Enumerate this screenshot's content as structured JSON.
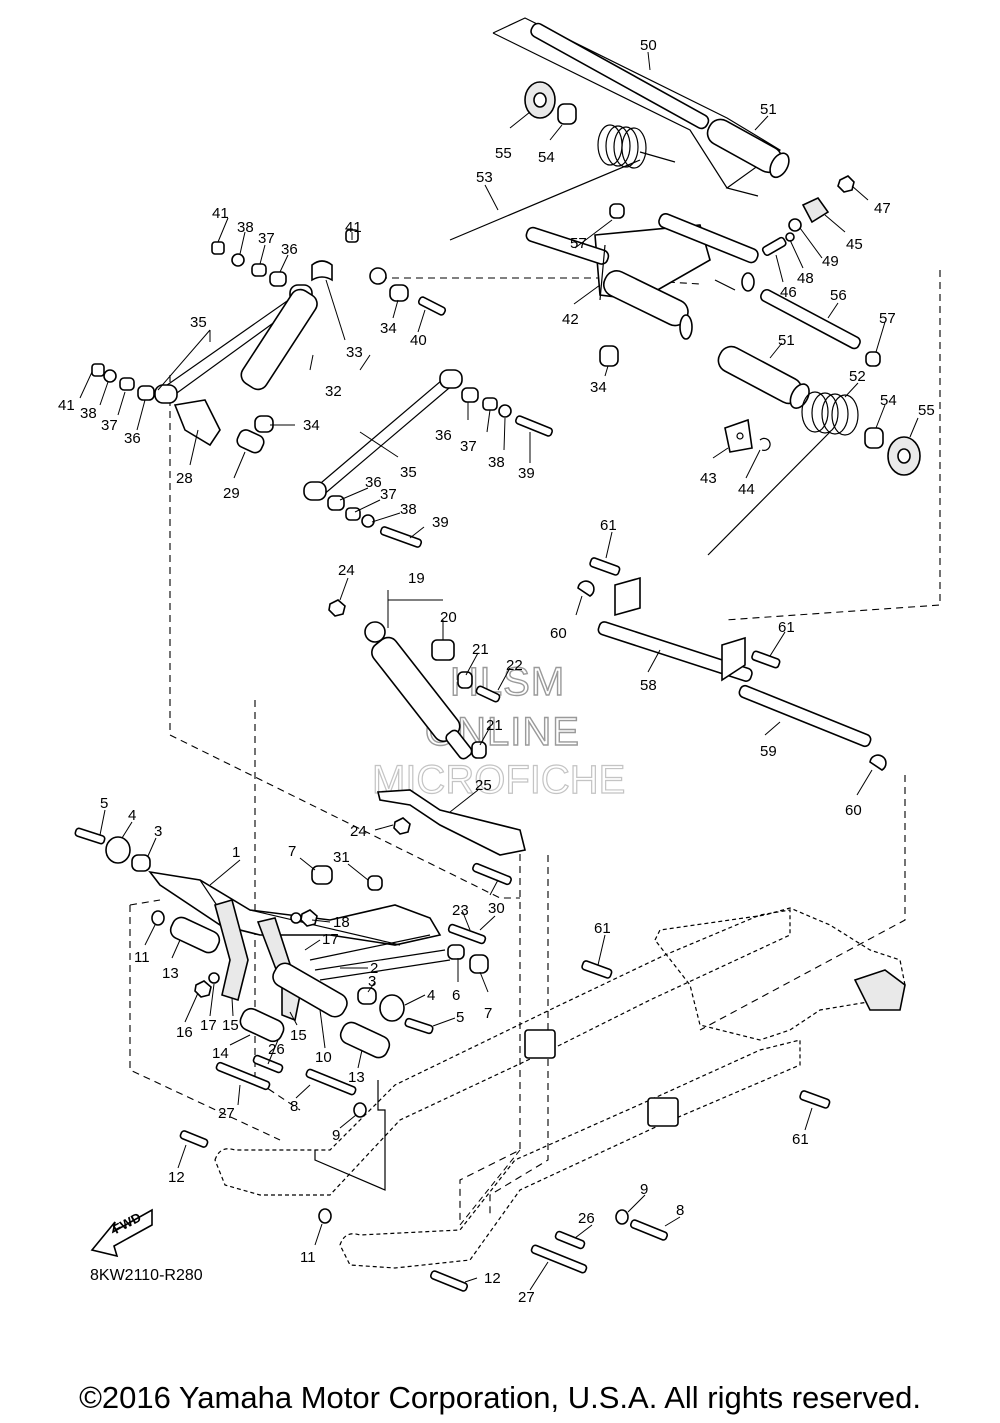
{
  "diagram": {
    "drawing_code": "8KW2110-R280",
    "direction_label": "FWD",
    "copyright": "©2016 Yamaha Motor Corporation, U.S.A. All rights reserved.",
    "watermark": [
      "HLSM",
      "ONLINE",
      "MICROFICHE"
    ],
    "callouts": {
      "c1": "1",
      "c2": "2",
      "c3a": "3",
      "c3b": "3",
      "c4a": "4",
      "c4b": "4",
      "c5a": "5",
      "c5b": "5",
      "c6": "6",
      "c7a": "7",
      "c7b": "7",
      "c8a": "8",
      "c8b": "8",
      "c9a": "9",
      "c9b": "9",
      "c10": "10",
      "c11a": "11",
      "c11b": "11",
      "c12a": "12",
      "c12b": "12",
      "c13a": "13",
      "c13b": "13",
      "c14": "14",
      "c15a": "15",
      "c15b": "15",
      "c16": "16",
      "c17a": "17",
      "c17b": "17",
      "c18": "18",
      "c19": "19",
      "c20": "20",
      "c21a": "21",
      "c21b": "21",
      "c22": "22",
      "c23": "23",
      "c24a": "24",
      "c24b": "24",
      "c25": "25",
      "c26a": "26",
      "c26b": "26",
      "c27a": "27",
      "c27b": "27",
      "c28": "28",
      "c29": "29",
      "c30": "30",
      "c31": "31",
      "c32": "32",
      "c33": "33",
      "c34a": "34",
      "c34b": "34",
      "c34c": "34",
      "c35a": "35",
      "c35b": "35",
      "c36a": "36",
      "c36b": "36",
      "c36c": "36",
      "c36d": "36",
      "c37a": "37",
      "c37b": "37",
      "c37c": "37",
      "c37d": "37",
      "c38a": "38",
      "c38b": "38",
      "c38c": "38",
      "c38d": "38",
      "c39a": "39",
      "c39b": "39",
      "c40": "40",
      "c41a": "41",
      "c41b": "41",
      "c41c": "41",
      "c42": "42",
      "c43": "43",
      "c44": "44",
      "c45": "45",
      "c46": "46",
      "c47": "47",
      "c48": "48",
      "c49": "49",
      "c50": "50",
      "c51a": "51",
      "c51b": "51",
      "c52": "52",
      "c53": "53",
      "c54a": "54",
      "c54b": "54",
      "c55a": "55",
      "c55b": "55",
      "c56": "56",
      "c57a": "57",
      "c57b": "57",
      "c58": "58",
      "c59": "59",
      "c60a": "60",
      "c60b": "60",
      "c61a": "61",
      "c61b": "61",
      "c61c": "61",
      "c61d": "61"
    }
  }
}
